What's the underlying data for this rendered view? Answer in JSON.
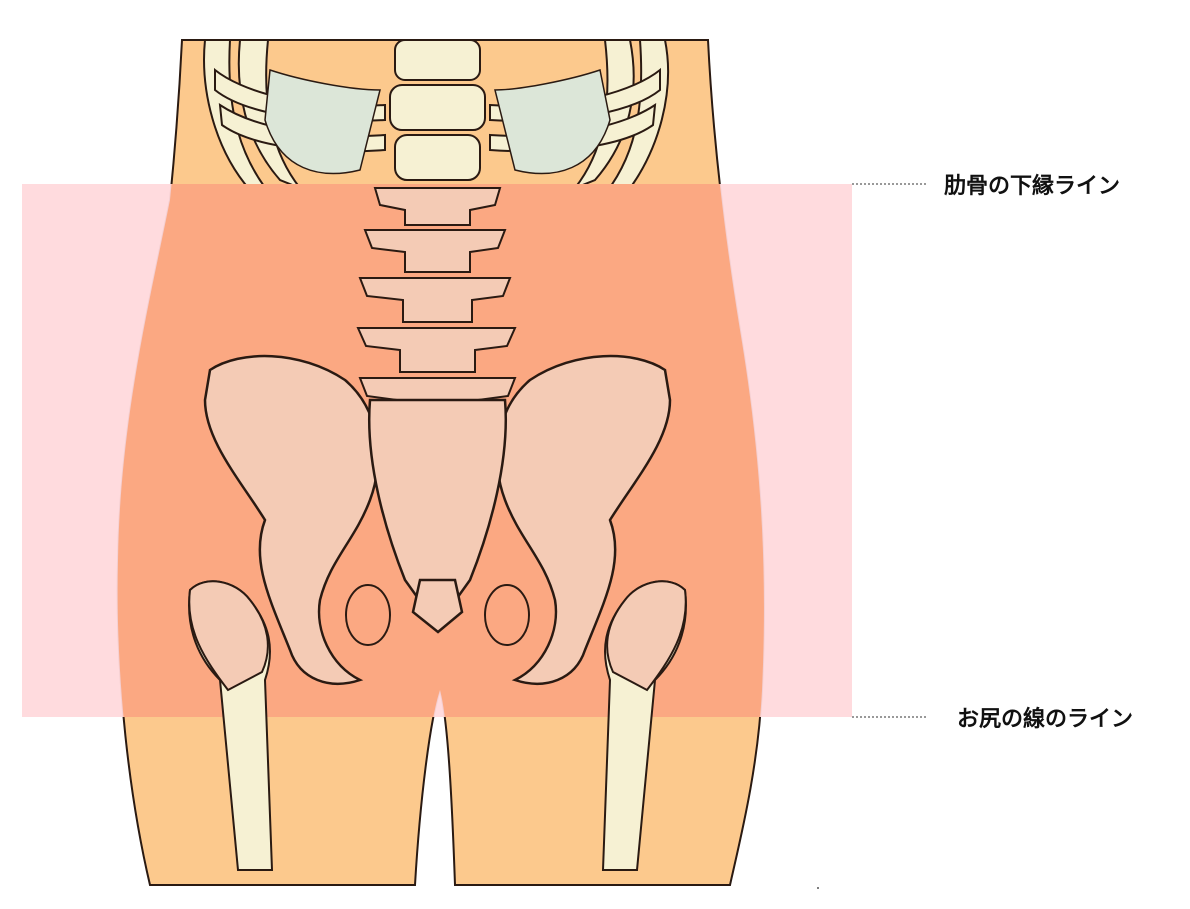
{
  "labels": {
    "upper": "肋骨の下縁ライン",
    "lower": "お尻の線のライン"
  },
  "colors": {
    "skin": "#fcc98d",
    "band": "#ffd9dc",
    "band_on_body": "#fba882",
    "bone": "#f4cbb5",
    "bone_light": "#f6f1d3",
    "rib_cavity": "#dce6d8",
    "outline": "#2a1a12",
    "guide_line": "#333333"
  },
  "icons": [
    "ribcage",
    "spine",
    "pelvis",
    "femur"
  ]
}
